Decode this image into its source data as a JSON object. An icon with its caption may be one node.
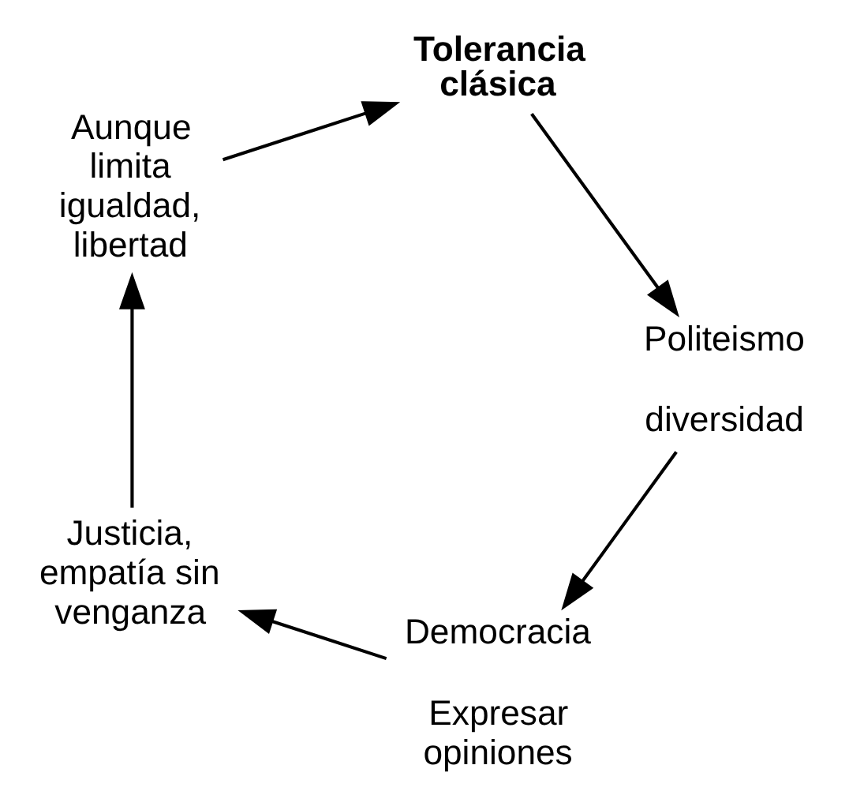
{
  "diagram": {
    "nodes": [
      {
        "text": [
          "Democracia",
          "Expresar opiniones"
        ]
      },
      {
        "text": [
          "Justicia, empatía sin venganza"
        ]
      },
      {
        "text": [
          "Aunque limita igualdad, libertad"
        ]
      },
      {
        "text": [
          "Tolerancia clásica"
        ]
      },
      {
        "text": [
          "Politeismo",
          "diversidad"
        ]
      }
    ],
    "edges": [
      {
        "from": 0,
        "to": 1,
        "arrow": "to"
      },
      {
        "from": 1,
        "to": 2,
        "arrow": "to"
      },
      {
        "from": 2,
        "to": 3,
        "arrow": "to"
      },
      {
        "from": 3,
        "to": 4,
        "arrow": "to"
      },
      {
        "from": 4,
        "to": 0,
        "arrow": "to"
      }
    ]
  }
}
